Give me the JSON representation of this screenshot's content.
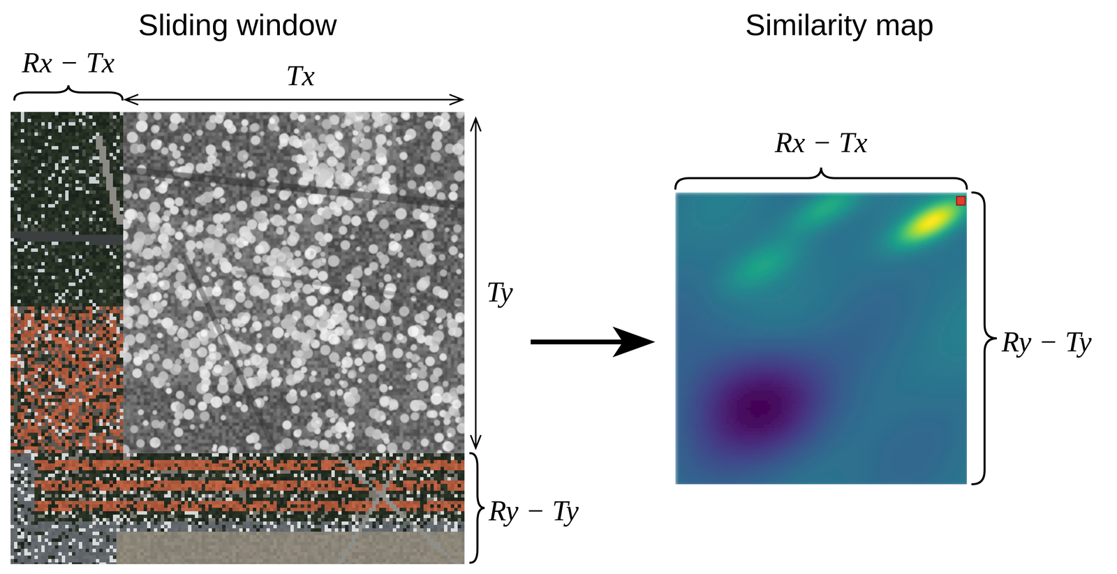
{
  "diagram": {
    "nodes": [
      {
        "text": [
          "Sliding window"
        ]
      },
      {
        "text": [
          "Similarity map"
        ]
      }
    ],
    "edges": [
      {
        "from": 0,
        "to": 1,
        "arrow": "to"
      }
    ],
    "labels": [
      "Rx − Tx",
      "Tx",
      "Ty",
      "Ry − Ty",
      "Rx − Tx",
      "Ry − Ty"
    ]
  }
}
